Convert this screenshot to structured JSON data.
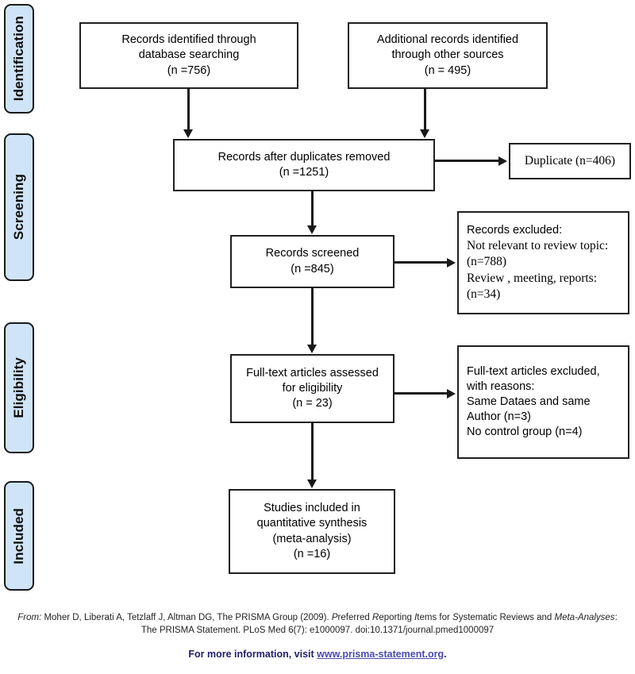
{
  "diagram": {
    "title": "PRISMA flow diagram",
    "colors": {
      "stage_tab_fill": "#cfe4f7",
      "stage_tab_border": "#1a1a1a",
      "box_border": "#231f20",
      "box_fill": "#ffffff",
      "connector": "#1a1a1a",
      "link": "#4a4ab4",
      "more_info_text": "#1f1f6e"
    },
    "stages": [
      {
        "id": "identification",
        "label": "Identification"
      },
      {
        "id": "screening",
        "label": "Screening"
      },
      {
        "id": "eligibility",
        "label": "Eligibility"
      },
      {
        "id": "included",
        "label": "Included"
      }
    ],
    "boxes": {
      "db_records": {
        "line1": "Records identified through",
        "line2": "database searching",
        "line3": "(n =756)"
      },
      "other_records": {
        "line1": "Additional records identified",
        "line2": "through other sources",
        "line3": "(n = 495)"
      },
      "duplicates_removed": {
        "line1": "Records after duplicates removed",
        "line2": "(n =1251)"
      },
      "duplicate": {
        "line1": "Duplicate (n=406)"
      },
      "screened": {
        "line1": "Records screened",
        "line2": "(n =845)"
      },
      "excluded": {
        "line1": "Records excluded:",
        "line2": "Not relevant to review topic:",
        "line3": "(n=788)",
        "line4": "Review , meeting, reports:",
        "line5": "(n=34)"
      },
      "fulltext": {
        "line1": "Full-text articles assessed",
        "line2": "for eligibility",
        "line3": "(n = 23)"
      },
      "fulltext_excluded": {
        "line1": "Full-text articles excluded,",
        "line2": "with reasons:",
        "line3": "Same Dataes and same",
        "line4": "Author (n=3)",
        "line5": "No control group (n=4)"
      },
      "included": {
        "line1": "Studies included in",
        "line2": "quantitative synthesis",
        "line3": "(meta-analysis)",
        "line4": "(n =16)"
      }
    }
  },
  "footer": {
    "citation": {
      "from_label": "From:",
      "part1": "  Moher D, Liberati A, Tetzlaff J, Altman DG, The PRISMA Group (2009). ",
      "italic1": "P",
      "part2": "referred ",
      "italic2": "R",
      "part3": "eporting ",
      "italic3": "I",
      "part4": "tems for ",
      "italic4": "S",
      "part5": "ystematic Reviews and ",
      "italic5": "Meta-Analyses",
      "part6": ": The PRISMA Statement. PLoS Med 6(7): e1000097. doi:10.1371/journal.pmed1000097"
    },
    "more_info": {
      "prefix": "For more information, visit ",
      "link": "www.prisma-statement.org",
      "suffix": "."
    }
  }
}
